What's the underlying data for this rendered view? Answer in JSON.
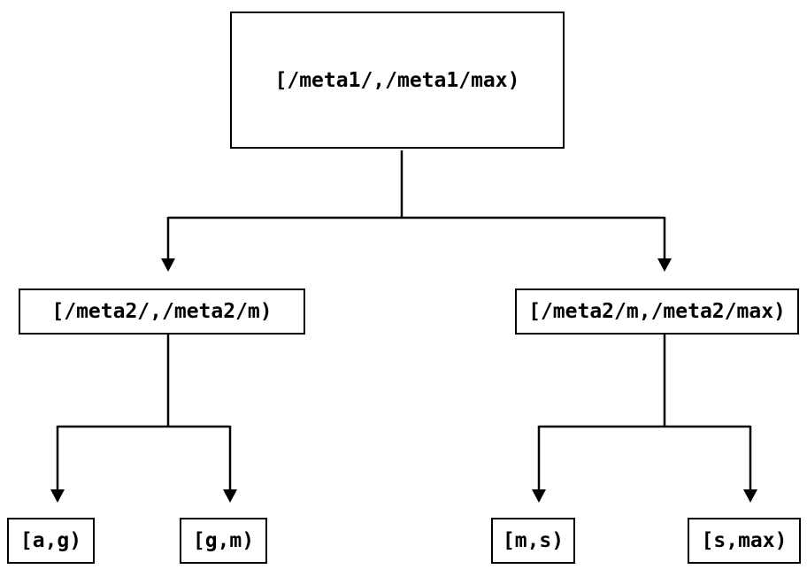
{
  "diagram": {
    "type": "tree",
    "colors": {
      "background": "#ffffff",
      "line": "#000000",
      "node_border": "#000000",
      "node_fill": "#ffffff",
      "text": "#000000"
    },
    "nodes": {
      "root": {
        "label": "[/meta1/,/meta1/max)"
      },
      "left": {
        "label": "[/meta2/,/meta2/m)"
      },
      "right": {
        "label": "[/meta2/m,/meta2/max)"
      },
      "leaf_ag": {
        "label": "[a,g)"
      },
      "leaf_gm": {
        "label": "[g,m)"
      },
      "leaf_ms": {
        "label": "[m,s)"
      },
      "leaf_smax": {
        "label": "[s,max)"
      }
    },
    "edges": [
      {
        "from": "root",
        "to": "left"
      },
      {
        "from": "root",
        "to": "right"
      },
      {
        "from": "left",
        "to": "leaf_ag"
      },
      {
        "from": "left",
        "to": "leaf_gm"
      },
      {
        "from": "right",
        "to": "leaf_ms"
      },
      {
        "from": "right",
        "to": "leaf_smax"
      }
    ]
  }
}
